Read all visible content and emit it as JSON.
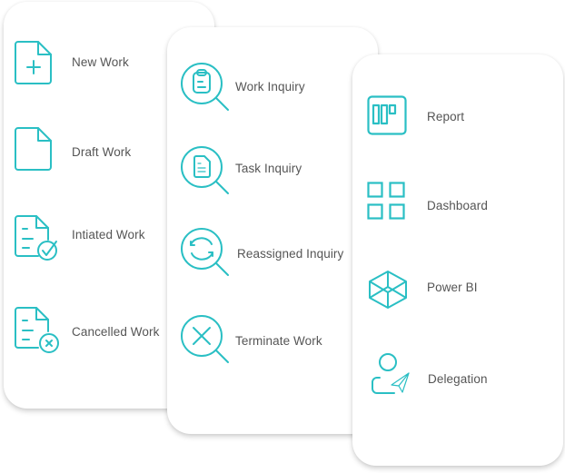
{
  "theme": {
    "accent": "#2ABFC4",
    "text": "#555555",
    "card_bg": "#FFFFFF"
  },
  "cards": [
    {
      "name": "work",
      "items": [
        {
          "label": "New Work",
          "icon": "document-plus-icon"
        },
        {
          "label": "Draft Work",
          "icon": "document-icon"
        },
        {
          "label": "Intiated Work",
          "icon": "document-check-icon"
        },
        {
          "label": "Cancelled Work",
          "icon": "document-cancel-icon"
        }
      ]
    },
    {
      "name": "inquiry",
      "items": [
        {
          "label": "Work Inquiry",
          "icon": "clipboard-search-icon"
        },
        {
          "label": "Task Inquiry",
          "icon": "file-search-icon"
        },
        {
          "label": "Reassigned Inquiry",
          "icon": "refresh-search-icon"
        },
        {
          "label": "Terminate Work",
          "icon": "x-search-icon"
        }
      ]
    },
    {
      "name": "analytics",
      "items": [
        {
          "label": "Report",
          "icon": "kanban-board-icon"
        },
        {
          "label": "Dashboard",
          "icon": "grid-icon"
        },
        {
          "label": "Power BI",
          "icon": "cube-icon"
        },
        {
          "label": "Delegation",
          "icon": "user-send-icon"
        }
      ]
    }
  ]
}
